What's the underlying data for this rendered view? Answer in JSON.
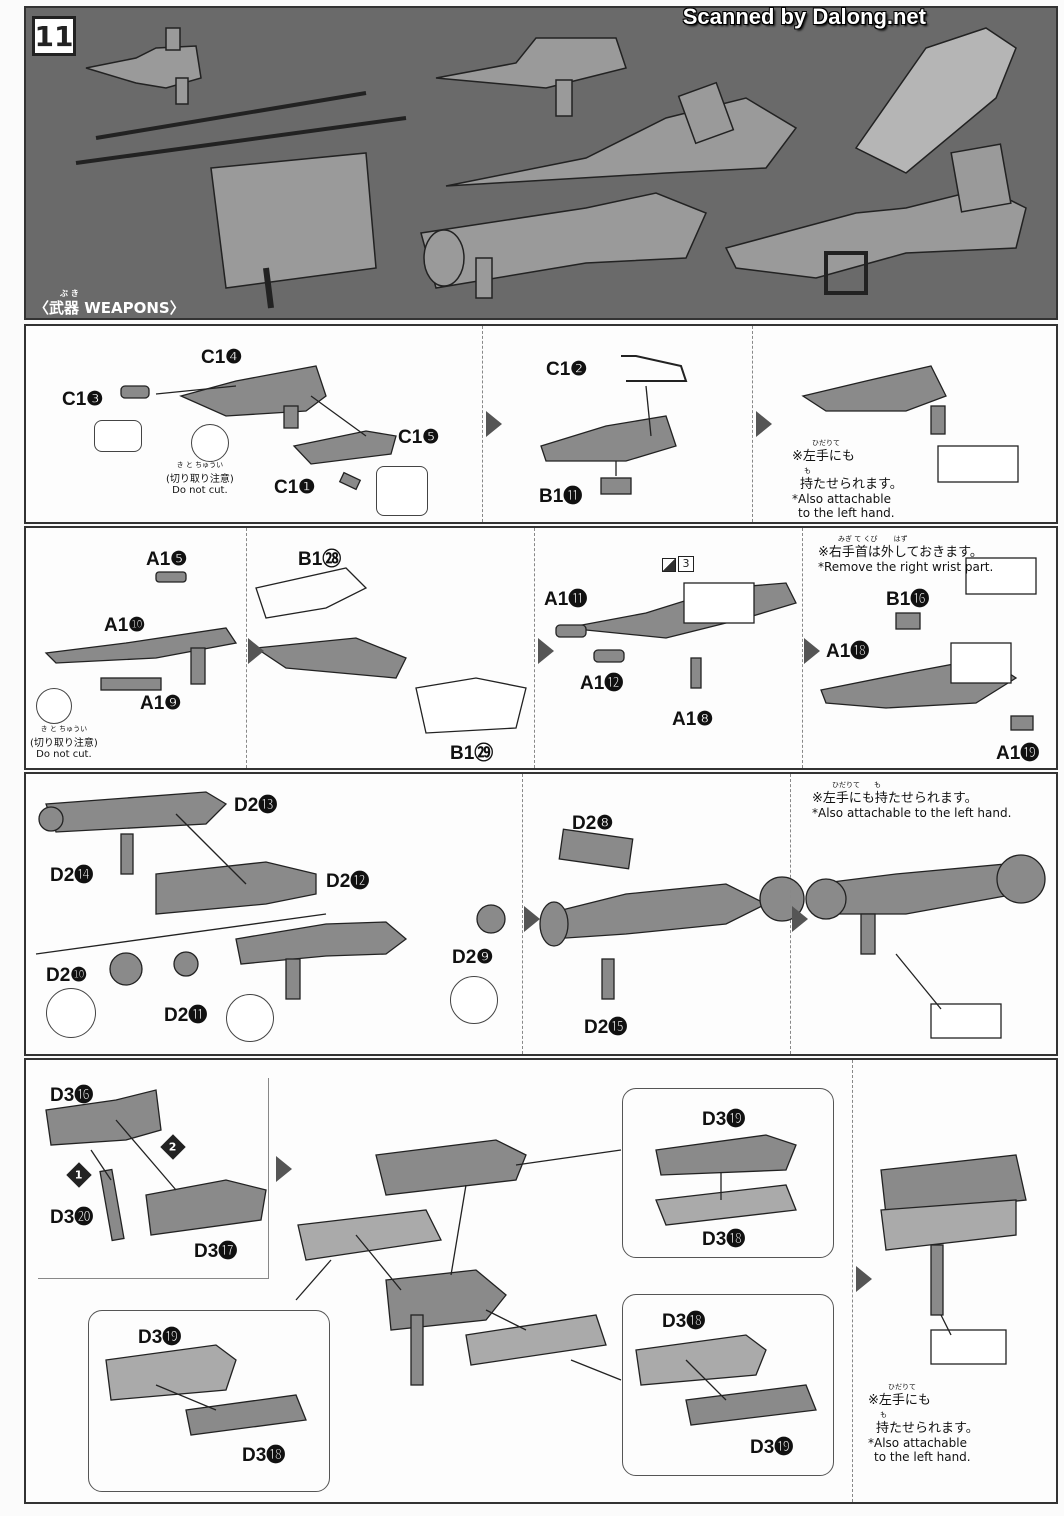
{
  "header": {
    "step_number": "11",
    "scanner_credit": "Scanned by Dalong.net",
    "section_ruby": "ぶ き",
    "section_title": "〈武器 WEAPONS〉"
  },
  "row1": {
    "labels": {
      "c1_4": "C1❹",
      "c1_3": "C1❸",
      "c1_5": "C1❺",
      "c1_1": "C1❶",
      "c1_2": "C1❷",
      "b1_11": "B1⓫"
    },
    "warning_ruby": "き と ちゅうい",
    "warning_jp": "(切り取り注意)",
    "warning_en": "Do not cut.",
    "note_ruby": "ひだりて",
    "note_jp1": "※左手にも",
    "note_ruby2": "も",
    "note_jp2": "持たせられます。",
    "note_en1": "*Also attachable",
    "note_en2": "to the left hand."
  },
  "row2": {
    "labels": {
      "a1_5": "A1❺",
      "a1_10": "A1❿",
      "a1_9": "A1❾",
      "b1_28": "B1㉘",
      "b1_29": "B1㉙",
      "a1_11": "A1⓫",
      "a1_12": "A1⓬",
      "a1_8": "A1❽",
      "ref": "3",
      "b1_16": "B1⓰",
      "a1_18": "A1⓲",
      "a1_19": "A1⓳"
    },
    "warning_ruby": "き と ちゅうい",
    "warning_jp": "(切り取り注意)",
    "warning_en": "Do not cut.",
    "note_ruby": "みぎ て くび　　 はず",
    "note_jp": "※右手首は外しておきます。",
    "note_en": "*Remove the right wrist part."
  },
  "row3": {
    "labels": {
      "d2_13": "D2⓭",
      "d2_14": "D2⓮",
      "d2_12": "D2⓬",
      "d2_9": "D2❾",
      "d2_10": "D2❿",
      "d2_11": "D2⓫",
      "d2_8": "D2❽",
      "d2_15": "D2⓯"
    },
    "note_ruby": "ひだりて　　も",
    "note_jp": "※左手にも持たせられます。",
    "note_en": "*Also attachable to the left hand."
  },
  "row4": {
    "labels": {
      "d3_16": "D3⓰",
      "d3_20": "D3⓴",
      "d3_17": "D3⓱",
      "d3_19a": "D3⓳",
      "d3_18a": "D3⓲",
      "d3_19b": "D3⓳",
      "d3_18b": "D3⓲",
      "d3_18c": "D3⓲",
      "d3_19c": "D3⓳"
    },
    "step_a": "1",
    "step_b": "2",
    "note_ruby": "ひだりて",
    "note_jp1": "※左手にも",
    "note_ruby2": "も",
    "note_jp2": "持たせられます。",
    "note_en1": "*Also attachable",
    "note_en2": "to the left hand."
  },
  "colors": {
    "header_bg": "#6a6a6a",
    "part_gray": "#8a8a8a",
    "line": "#333333",
    "white": "#ffffff"
  }
}
